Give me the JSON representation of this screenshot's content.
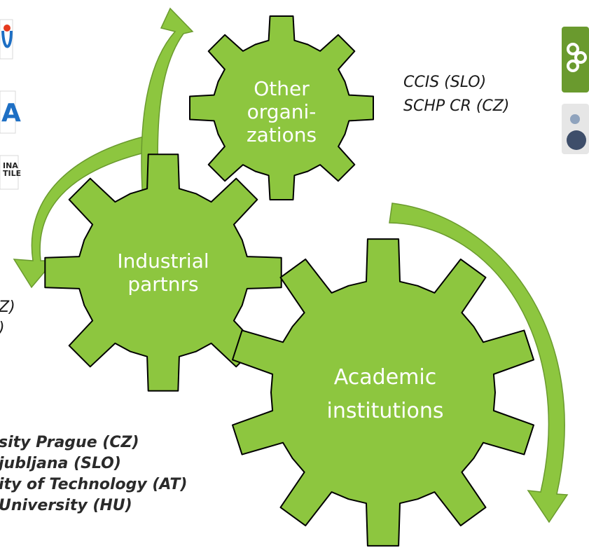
{
  "gears": {
    "other": {
      "lines": [
        "Other",
        "organi-",
        "zations"
      ]
    },
    "industrial": {
      "lines": [
        "Industrial",
        "partnrs"
      ]
    },
    "academic": {
      "lines": [
        "Academic",
        "institutions"
      ]
    }
  },
  "other_orgs": [
    "CCIS (SLO)",
    "SCHP CR (CZ)"
  ],
  "industrial_partial": [
    "Z)",
    ")"
  ],
  "academic_partial": [
    "sity Prague (CZ)",
    "jubljana (SLO)",
    "ity of Technology (AT)",
    "University (HU)"
  ],
  "logo_fragments": {
    "third_logo_text": [
      "INA",
      "TILE"
    ],
    "second_logo_letter": "A"
  },
  "colors": {
    "gear": "#8dc63f",
    "gear_stroke": "#000000",
    "arrow": "#8dc63f",
    "arrow_stroke": "#6a9a2e",
    "label_text": "#ffffff",
    "note_text": "#1a1a1a",
    "logo_green": "#6a9a2e",
    "logo_blue": "#1e6fc4",
    "logo_dark": "#3e4e6a"
  }
}
